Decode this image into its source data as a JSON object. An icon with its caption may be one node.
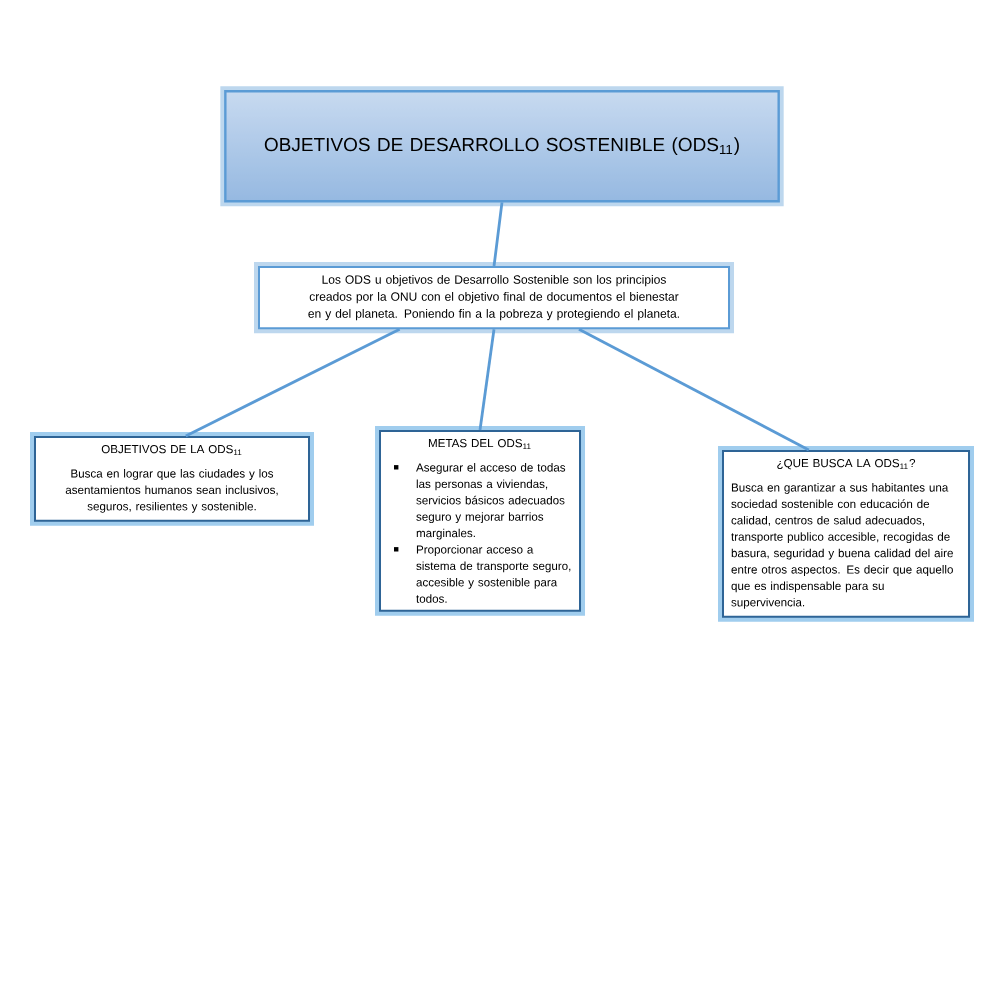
{
  "diagram": {
    "nodes": [
      {
        "text": [
          "OBJETIVOS DE DESARROLLO SOSTENIBLE (ODS$_{11}$)"
        ]
      },
      {
        "text": [
          "Los ODS u objetivos de Desarrollo Sostenible son los principios creados por la ONU con el objetivo final de documentos el bienestar en y del planeta. Poniendo fin a la pobreza y protegiendo el planeta."
        ]
      },
      {
        "text": [
          "OBJETIVOS DE LA ODS$_{11}$",
          "Busca en lograr que las ciudades y los asentamientos humanos sean inclusivos, seguros, resilientes y sostenible."
        ]
      },
      {
        "text": [
          "METAS DEL ODS$_{11}$",
          "Asegurar el acceso de todas las personas a viviendas, servicios básicos adecuados seguro y mejorar barrios marginales.",
          "Proporcionar acceso a sistema de transporte seguro, accesible y sostenible para todos."
        ]
      },
      {
        "text": [
          "¿QUE BUSCA LA ODS$_{11}$?",
          "Busca en garantizar a sus habitantes una sociedad sostenible con educación de calidad, centros de salud adecuados, transporte publico accesible, recogidas de basura, seguridad y buena calidad del aire entre otros aspectos. Es decir que aquello que es indispensable para su supervivencia."
        ]
      }
    ],
    "edges": [
      {
        "from": 0,
        "to": 1,
        "arrow": "none"
      },
      {
        "from": 1,
        "to": 2,
        "arrow": "none"
      },
      {
        "from": 1,
        "to": 3,
        "arrow": "none"
      },
      {
        "from": 1,
        "to": 4,
        "arrow": "none"
      }
    ]
  }
}
